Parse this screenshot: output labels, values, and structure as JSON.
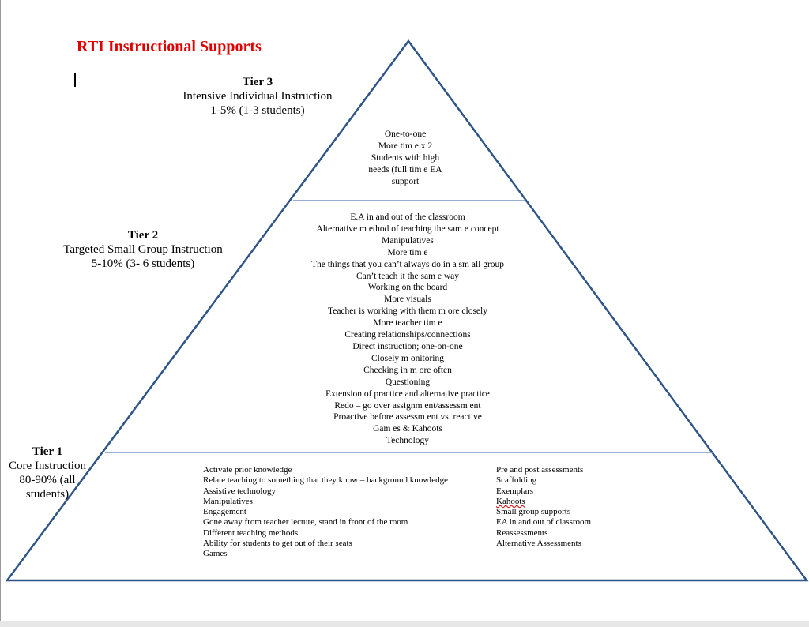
{
  "title": "RTI Instructional  Supports",
  "tiers": {
    "tier3": {
      "name": "Tier 3",
      "description": "Intensive Individual Instruction",
      "percent": "1-5% (1-3 students)",
      "items": [
        "One-to-one",
        "More tim e x 2",
        "Students with high",
        "needs (full tim e EA",
        "support"
      ]
    },
    "tier2": {
      "name": "Tier 2",
      "description": "Targeted Small Group Instruction",
      "percent": "5-10% (3- 6 students)",
      "items": [
        "E.A in and out of the classroom",
        "Alternative m ethod of teaching the sam e concept",
        "Manipulatives",
        "More tim e",
        "The things that you can’t always do in a sm all group",
        "Can’t teach it the sam e way",
        "Working on the board",
        "More visuals",
        "Teacher is working with them  m ore closely",
        "More teacher tim e",
        "Creating relationships/connections",
        "Direct instruction; one-on-one",
        "Closely m onitoring",
        "Checking in m ore often",
        "Questioning",
        "Extension of practice and alternative practice",
        "Redo – go over assignm ent/assessm ent",
        "Proactive before assessm ent vs. reactive",
        "Gam es & Kahoots",
        "Technology"
      ]
    },
    "tier1": {
      "name": "Tier 1",
      "description": "Core Instruction",
      "percent": "80-90% (all students)",
      "left_items": [
        "Activate prior knowledge",
        "Relate teaching to something that they know – background knowledge",
        "Assistive technology",
        "Manipulatives",
        "Engagement",
        "Gone away from teacher lecture,  stand in front of the room",
        "Different teaching  methods",
        "Ability for students to get out of their seats",
        "Games"
      ],
      "right_items": [
        "Pre and post assessments",
        "Scaffolding",
        "Exemplars",
        "Kahoots",
        "Small group supports",
        "EA in and out of classroom",
        "Reassessments",
        "Alternative  Assessments"
      ]
    }
  },
  "colors": {
    "title": "#e00000",
    "pyramid_outline": "#2f5487",
    "divider": "#5b7fb5"
  }
}
